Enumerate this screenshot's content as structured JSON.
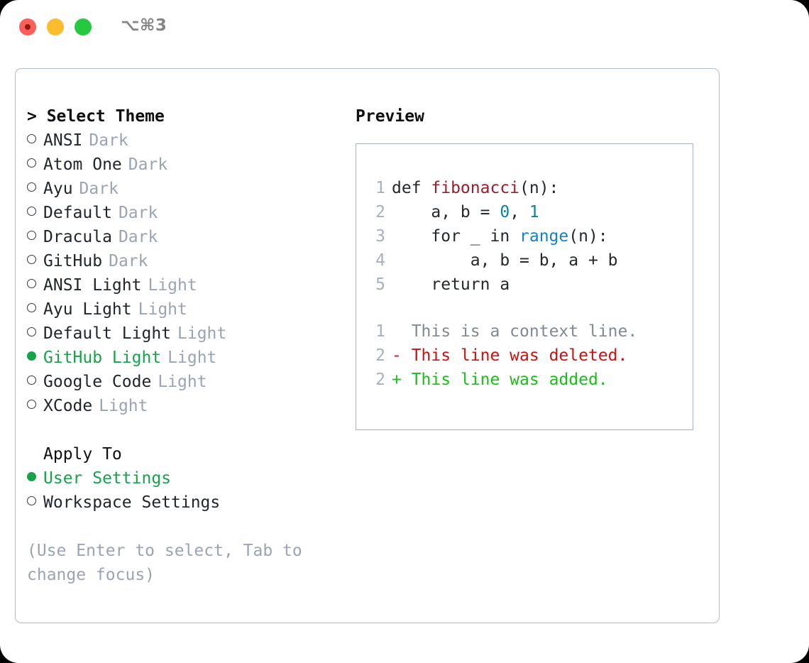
{
  "titlebar": {
    "shortcut": "⌥⌘3",
    "buttons": [
      {
        "name": "close",
        "color": "#fb6058"
      },
      {
        "name": "minimize",
        "color": "#fbbd2e"
      },
      {
        "name": "maximize",
        "color": "#26c83f"
      }
    ]
  },
  "theme_section": {
    "header": "> Select Theme",
    "focused": true,
    "items": [
      {
        "marker": "○",
        "selected": false,
        "label": "ANSI",
        "kind": "Dark"
      },
      {
        "marker": "○",
        "selected": false,
        "label": "Atom One",
        "kind": "Dark"
      },
      {
        "marker": "○",
        "selected": false,
        "label": "Ayu",
        "kind": "Dark"
      },
      {
        "marker": "○",
        "selected": false,
        "label": "Default",
        "kind": "Dark"
      },
      {
        "marker": "○",
        "selected": false,
        "label": "Dracula",
        "kind": "Dark"
      },
      {
        "marker": "○",
        "selected": false,
        "label": "GitHub",
        "kind": "Dark"
      },
      {
        "marker": "○",
        "selected": false,
        "label": "ANSI Light",
        "kind": "Light"
      },
      {
        "marker": "○",
        "selected": false,
        "label": "Ayu Light",
        "kind": "Light"
      },
      {
        "marker": "○",
        "selected": false,
        "label": "Default Light",
        "kind": "Light"
      },
      {
        "marker": "●",
        "selected": true,
        "label": "GitHub Light",
        "kind": "Light"
      },
      {
        "marker": "○",
        "selected": false,
        "label": "Google Code",
        "kind": "Light"
      },
      {
        "marker": "○",
        "selected": false,
        "label": "XCode",
        "kind": "Light"
      }
    ]
  },
  "apply_section": {
    "header": "Apply To",
    "focused": false,
    "items": [
      {
        "marker": "●",
        "selected": true,
        "label": "User Settings"
      },
      {
        "marker": "○",
        "selected": false,
        "label": "Workspace Settings"
      }
    ]
  },
  "hint": "(Use Enter to select, Tab to change focus)",
  "preview": {
    "title": "Preview",
    "code_lines": [
      {
        "number": "1",
        "tokens": [
          {
            "text": "def ",
            "type": "plain"
          },
          {
            "text": "fibonacci",
            "type": "fn"
          },
          {
            "text": "(n):",
            "type": "plain"
          }
        ]
      },
      {
        "number": "2",
        "tokens": [
          {
            "text": "    a, b = ",
            "type": "plain"
          },
          {
            "text": "0",
            "type": "num"
          },
          {
            "text": ", ",
            "type": "plain"
          },
          {
            "text": "1",
            "type": "num"
          }
        ]
      },
      {
        "number": "3",
        "tokens": [
          {
            "text": "    for _ in ",
            "type": "plain"
          },
          {
            "text": "range",
            "type": "call"
          },
          {
            "text": "(n):",
            "type": "plain"
          }
        ]
      },
      {
        "number": "4",
        "tokens": [
          {
            "text": "        a, b = b, a + b",
            "type": "plain"
          }
        ]
      },
      {
        "number": "5",
        "tokens": [
          {
            "text": "    return a",
            "type": "plain"
          }
        ]
      }
    ],
    "diff_lines": [
      {
        "number": "1",
        "sign": "  ",
        "text": "This is a context line.",
        "type": "ctx"
      },
      {
        "number": "2",
        "sign": "- ",
        "text": "This line was deleted.",
        "type": "del"
      },
      {
        "number": "2",
        "sign": "+ ",
        "text": "This line was added.",
        "type": "add"
      }
    ]
  },
  "colors": {
    "accent_green": "#16a34a",
    "muted": "#9aa4b2",
    "border": "#b4bcc9",
    "preview_border": "#a7b0be",
    "fn_red": "#a01b2c",
    "number_teal": "#0d8494",
    "call_blue": "#1283c4",
    "diff_add": "#18c018",
    "diff_del": "#cc1111"
  }
}
